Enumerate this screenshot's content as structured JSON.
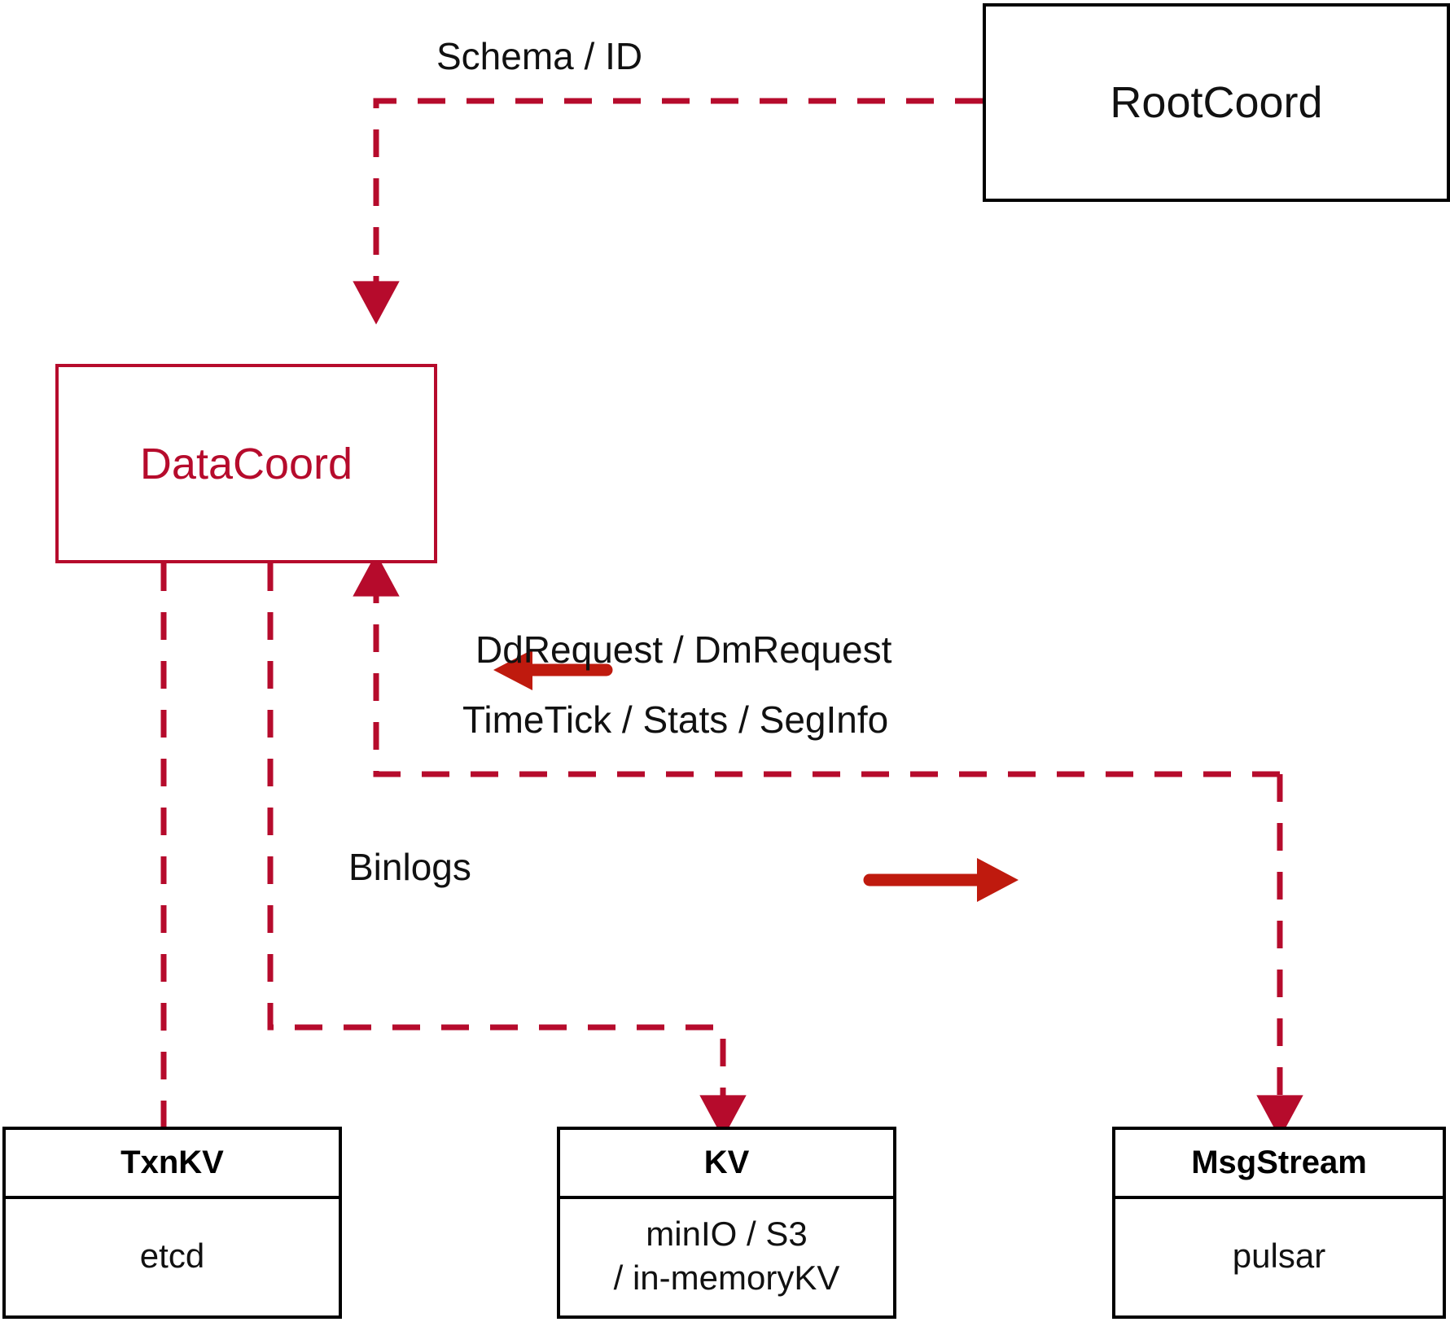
{
  "diagram": {
    "title": "DataCoord component interaction diagram",
    "colors": {
      "crimson": "#B60B2C",
      "arrow_red": "#BF1A0E",
      "black": "#000000",
      "white": "#FFFFFF"
    },
    "nodes": [
      {
        "id": "rootcoord",
        "label": "RootCoord",
        "style": "black-box"
      },
      {
        "id": "datacoord",
        "label": "DataCoord",
        "style": "red-box"
      },
      {
        "id": "txnkv",
        "label": "TxnKV",
        "sublabel": "etcd",
        "style": "black-box-split"
      },
      {
        "id": "kv",
        "label": "KV",
        "sublabel": "minIO / S3 / in-memoryKV",
        "sublabel_line1": "minIO / S3",
        "sublabel_line2": "/ in-memoryKV",
        "style": "black-box-split"
      },
      {
        "id": "msgstream",
        "label": "MsgStream",
        "sublabel": "pulsar",
        "style": "black-box-split"
      }
    ],
    "edges": [
      {
        "id": "schema",
        "label": "Schema / ID",
        "from": "rootcoord",
        "to": "datacoord",
        "style": "dashed",
        "arrow": "down"
      },
      {
        "id": "ddrequest",
        "label": "DdRequest / DmRequest",
        "from": "msgstream",
        "to": "datacoord",
        "style": "dashed",
        "arrow": "up"
      },
      {
        "id": "timetick",
        "label": "TimeTick / Stats / SegInfo",
        "from": "datacoord",
        "to": "msgstream",
        "style": "dashed",
        "arrow": "down"
      },
      {
        "id": "binlogs",
        "label": "Binlogs",
        "from": "datacoord",
        "to": "kv",
        "style": "dashed",
        "arrow": "down"
      },
      {
        "id": "txnkv-link",
        "label": "",
        "from": "datacoord",
        "to": "txnkv",
        "style": "dashed",
        "arrow": "none"
      }
    ],
    "direction_arrows": [
      {
        "id": "inbound-arrow",
        "direction": "left",
        "meaning": "DdRequest / DmRequest"
      },
      {
        "id": "outbound-arrow",
        "direction": "right",
        "meaning": "TimeTick / Stats / SegInfo"
      }
    ]
  }
}
